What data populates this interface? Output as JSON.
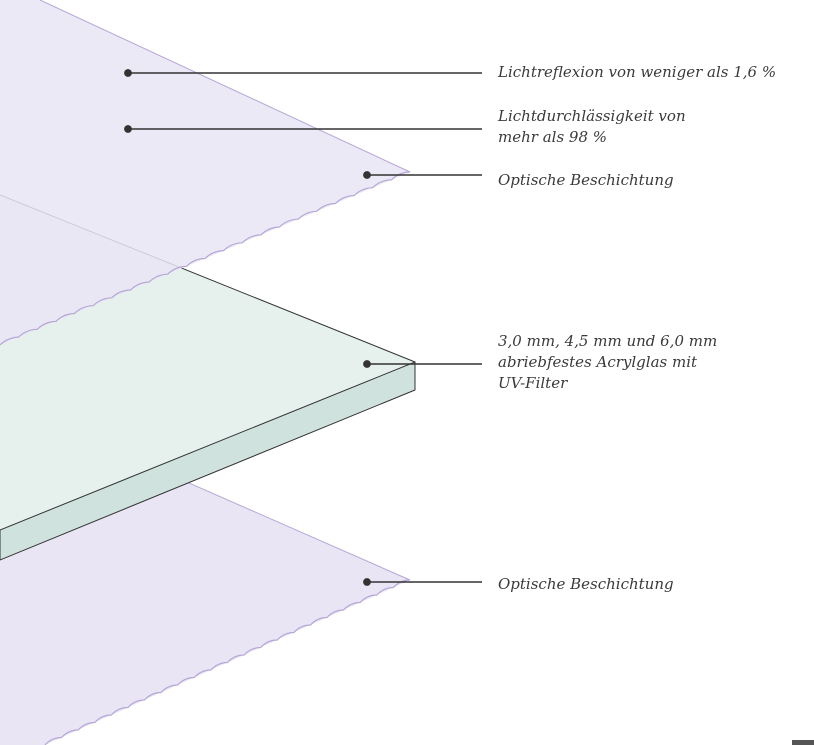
{
  "colors": {
    "coating_fill": "#e9e5f4",
    "coating_stroke": "#b7a6d6",
    "glass_top": "#e6f1ee",
    "glass_side": "#cfe2dd",
    "glass_stroke": "#333333",
    "leader_line": "#333333",
    "text": "#3a3a3a"
  },
  "labels": {
    "reflection": "Lichtreflexion von weniger als 1,6 %",
    "transmission_line1": "Lichtdurchlässigkeit von",
    "transmission_line2": "mehr als 98 %",
    "coating_top": "Optische Beschichtung",
    "glass_line1": "3,0 mm, 4,5 mm und 6,0 mm",
    "glass_line2": "abriebfestes Acrylglas mit",
    "glass_line3": "UV-Filter",
    "coating_bottom": "Optische Beschichtung"
  }
}
